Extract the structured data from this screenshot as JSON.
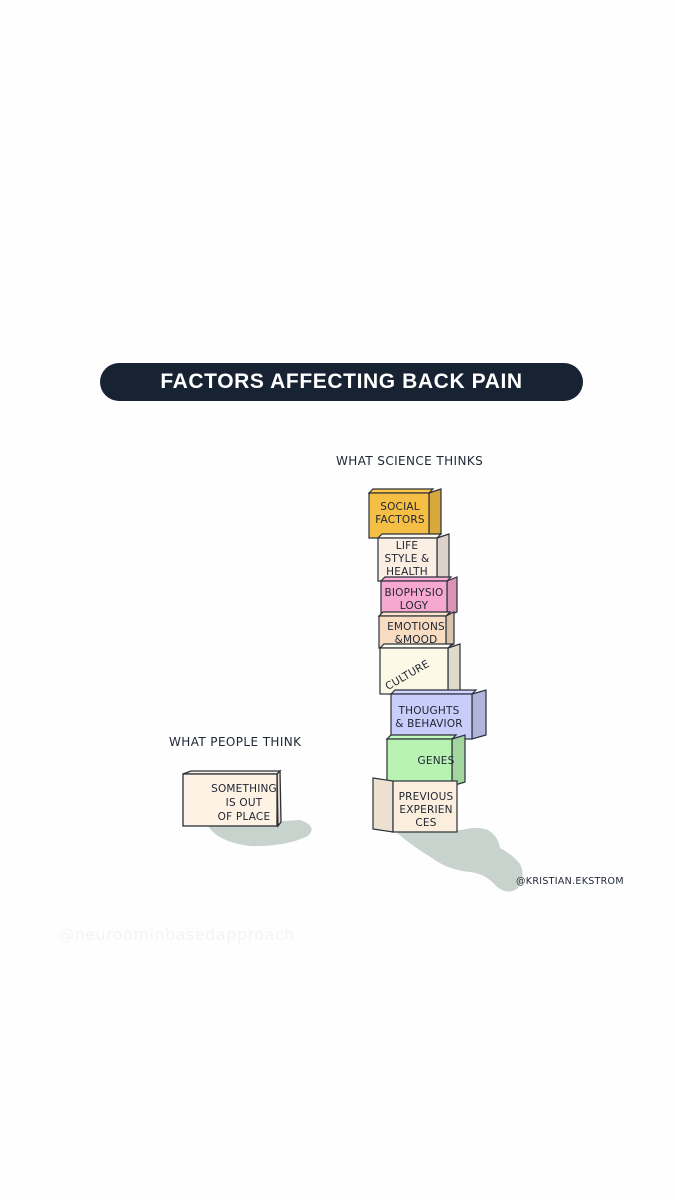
{
  "title": "FACTORS AFFECTING BACK PAIN",
  "science_caption": "WHAT SCIENCE THINKS",
  "people_caption": "WHAT PEOPLE THINK",
  "credit": "@KRISTIAN.EKSTROM",
  "watermark": "@neuroominbasedapproach",
  "people_block": {
    "lines": [
      "SOMETHING",
      "IS OUT",
      "OF PLACE"
    ],
    "color": "#fdf2e3"
  },
  "science_blocks": [
    {
      "id": "social-factors",
      "lines": [
        "SOCIAL",
        "FACTORS"
      ],
      "color": "#f5bf45"
    },
    {
      "id": "lifestyle-health",
      "lines": [
        "LIFE",
        "STYLE &",
        "HEALTH"
      ],
      "color": "#fbefe4"
    },
    {
      "id": "biophysiology",
      "lines": [
        "BIOPHYSIO",
        "LOGY"
      ],
      "color": "#f7a8d0"
    },
    {
      "id": "emotions-mood",
      "lines": [
        "EMOTIONS",
        "&MOOD"
      ],
      "color": "#f8dcc2"
    },
    {
      "id": "culture",
      "lines": [
        "CULTURE"
      ],
      "color": "#fdf9e6"
    },
    {
      "id": "thoughts-behavior",
      "lines": [
        "THOUGHTS",
        "& BEHAVIOR"
      ],
      "color": "#c9cdf9"
    },
    {
      "id": "genes",
      "lines": [
        "GENES"
      ],
      "color": "#b9f3b4"
    },
    {
      "id": "previous-experiences",
      "lines": [
        "PREVIOUS",
        "EXPERIEN",
        "CES"
      ],
      "color": "#fbeedd"
    }
  ],
  "colors": {
    "title_bg": "#172232",
    "shadow": "#c9d3cd",
    "outline": "#2a2f3a"
  }
}
